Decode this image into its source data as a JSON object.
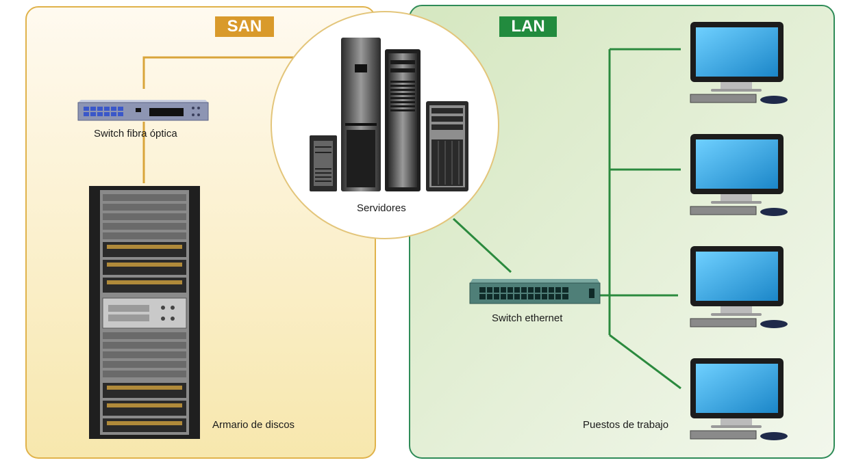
{
  "colors": {
    "san_border": "#e0b24a",
    "san_fill_top": "#fff8e8",
    "san_fill_bottom": "#f6e3a0",
    "san_badge": "#d99a2b",
    "lan_border": "#2e8b57",
    "lan_fill": "#dfeccd",
    "lan_badge": "#228b3e",
    "san_line": "#d9a53a",
    "lan_line": "#2b8a3e",
    "monitor_screen": "#2aa3e0"
  },
  "san": {
    "badge": "SAN"
  },
  "lan": {
    "badge": "LAN"
  },
  "servers": {
    "label": "Servidores"
  },
  "fiber_switch": {
    "label": "Switch fibra óptica"
  },
  "disk_cabinet": {
    "label": "Armario de discos"
  },
  "ethernet_switch": {
    "label": "Switch ethernet"
  },
  "workstations": {
    "label": "Puestos de trabajo",
    "count": 4
  }
}
